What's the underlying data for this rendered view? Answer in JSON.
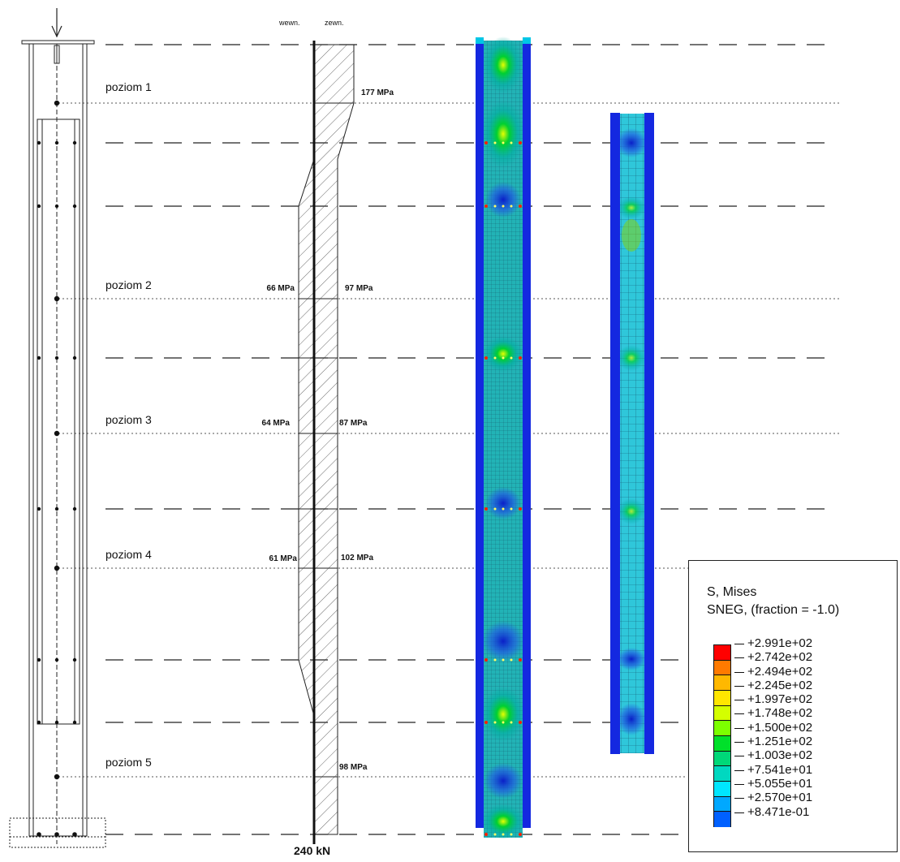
{
  "headers": {
    "inner": "wewn.",
    "outer": "zewn."
  },
  "levels": [
    {
      "label": "poziom 1",
      "inner_stress": "",
      "outer_stress": "177 MPa"
    },
    {
      "label": "poziom 2",
      "inner_stress": "66 MPa",
      "outer_stress": "97 MPa"
    },
    {
      "label": "poziom 3",
      "inner_stress": "64 MPa",
      "outer_stress": "87 MPa"
    },
    {
      "label": "poziom 4",
      "inner_stress": "61 MPa",
      "outer_stress": "102 MPa"
    },
    {
      "label": "poziom 5",
      "inner_stress": "",
      "outer_stress": "98 MPa"
    }
  ],
  "load_label": "240 kN",
  "legend": {
    "title": "S, Mises",
    "subtitle": "SNEG, (fraction = -1.0)",
    "values": [
      "+2.991e+02",
      "+2.742e+02",
      "+2.494e+02",
      "+2.245e+02",
      "+1.997e+02",
      "+1.748e+02",
      "+1.500e+02",
      "+1.251e+02",
      "+1.003e+02",
      "+7.541e+01",
      "+5.055e+01",
      "+2.570e+01",
      "+8.471e-01"
    ],
    "colors": [
      "#ff0000",
      "#ff7a00",
      "#ffb800",
      "#ffe600",
      "#d4ff00",
      "#7cff00",
      "#00e02a",
      "#00d878",
      "#00d8c0",
      "#00e6ff",
      "#00a8ff",
      "#0060ff",
      "#0000ff"
    ]
  }
}
